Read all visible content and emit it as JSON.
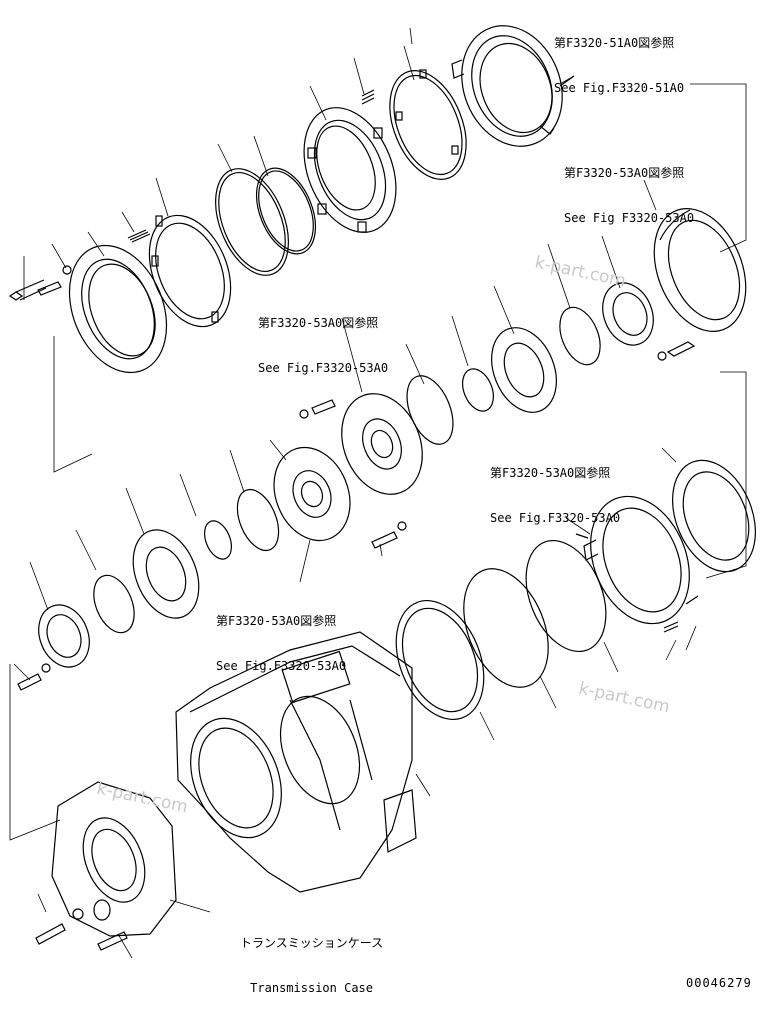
{
  "references": [
    {
      "jp": "第F3320-51A0図参照",
      "en": "See Fig.F3320-51A0"
    },
    {
      "jp": "第F3320-53A0図参照",
      "en": "See Fig F3320-53A0"
    },
    {
      "jp": "第F3320-53A0図参照",
      "en": "See Fig.F3320-53A0"
    },
    {
      "jp": "第F3320-53A0図参照",
      "en": "See Fig.F3320-53A0"
    },
    {
      "jp": "第F3320-53A0図参照",
      "en": "See Fig.F3320-53A0"
    }
  ],
  "case_label": {
    "jp": "トランスミッションケース",
    "en": "Transmission Case"
  },
  "watermarks": [
    "k-part.com",
    "k-part.com",
    "k-part.com"
  ],
  "drawing_code": "00046279"
}
